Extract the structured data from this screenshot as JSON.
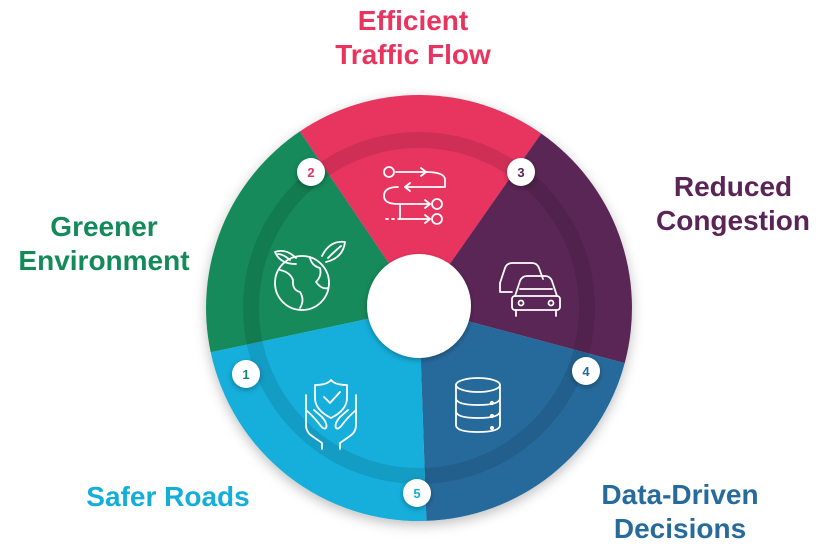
{
  "colors": {
    "efficient": "#e8345f",
    "reduced": "#5a2556",
    "data": "#276a9c",
    "safer": "#14aedb",
    "greener": "#138a5a"
  },
  "segments": [
    {
      "number": "2",
      "title_lines": [
        "Efficient",
        "Traffic Flow"
      ],
      "icon": "route-flow-icon",
      "color_key": "efficient"
    },
    {
      "number": "3",
      "title_lines": [
        "Reduced",
        "Congestion"
      ],
      "icon": "cars-icon",
      "color_key": "reduced"
    },
    {
      "number": "4",
      "title_lines": [
        "Data-Driven",
        "Decisions"
      ],
      "icon": "database-icon",
      "color_key": "data"
    },
    {
      "number": "5",
      "title_lines": [
        "Safer Roads"
      ],
      "icon": "shield-hands-icon",
      "color_key": "safer"
    },
    {
      "number": "1",
      "title_lines": [
        "Greener",
        "Environment"
      ],
      "icon": "globe-leaves-icon",
      "color_key": "greener"
    }
  ]
}
